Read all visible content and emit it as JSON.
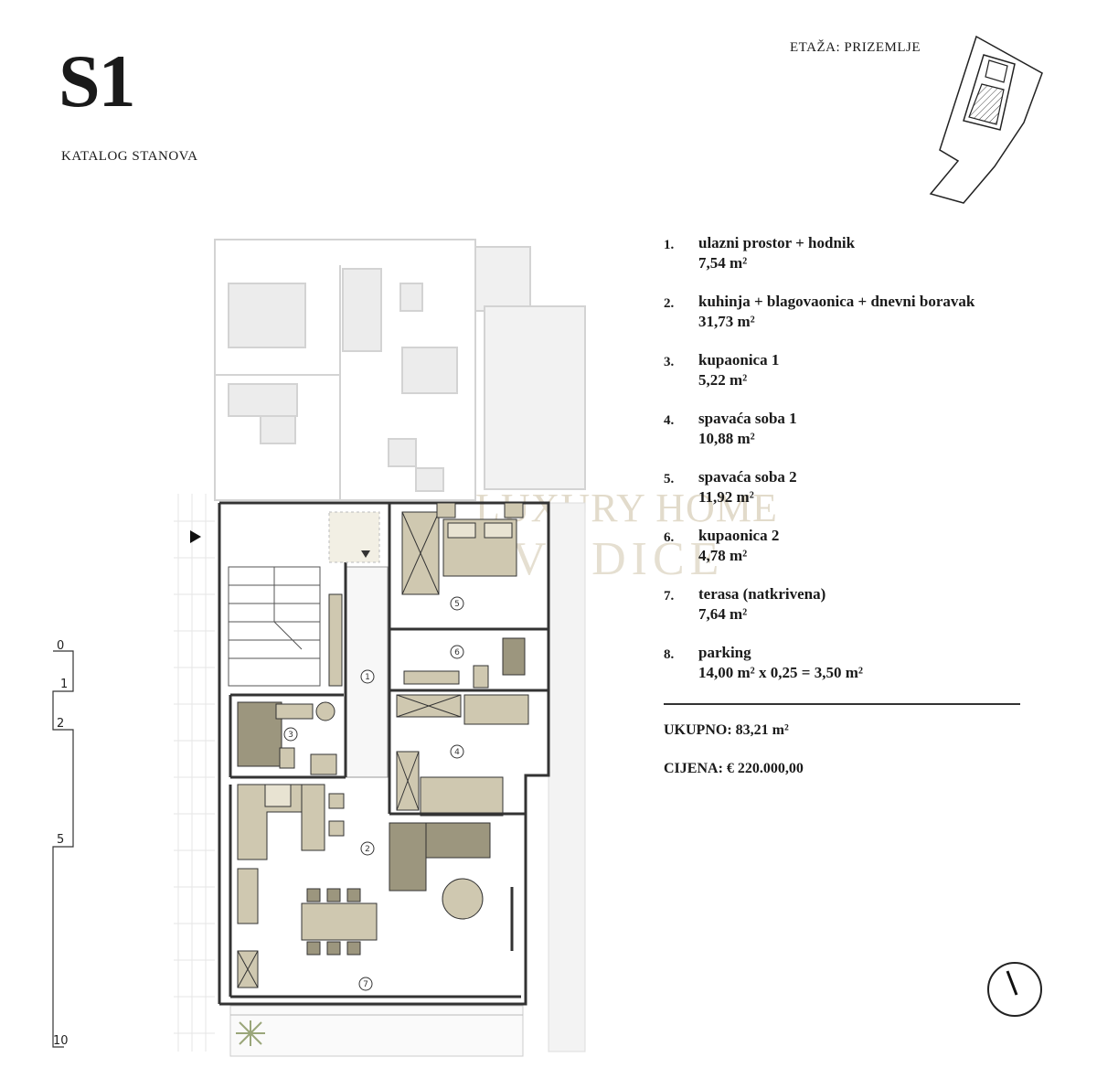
{
  "header": {
    "apartment_code": "S1",
    "catalog_label": "KATALOG STANOVA",
    "floor_label": "ETAŽA: PRIZEMLJE"
  },
  "rooms": [
    {
      "num": "1.",
      "name": "ulazni prostor + hodnik",
      "area": "7,54 m²"
    },
    {
      "num": "2.",
      "name": "kuhinja + blagovaonica + dnevni boravak",
      "area": "31,73 m²"
    },
    {
      "num": "3.",
      "name": "kupaonica 1",
      "area": "5,22 m²"
    },
    {
      "num": "4.",
      "name": "spavaća soba 1",
      "area": "10,88 m²"
    },
    {
      "num": "5.",
      "name": "spavaća soba 2",
      "area": "11,92 m²"
    },
    {
      "num": "6.",
      "name": "kupaonica 2",
      "area": "4,78 m²"
    },
    {
      "num": "7.",
      "name": "terasa (natkrivena)",
      "area": "7,64 m²"
    },
    {
      "num": "8.",
      "name": "parking",
      "area": "14,00 m² x 0,25 = 3,50 m²"
    }
  ],
  "summary": {
    "total": "UKUPNO: 83,21 m²",
    "price": "CIJENA: € 220.000,00"
  },
  "plan_labels": [
    "1",
    "2",
    "3",
    "4",
    "5",
    "6",
    "7"
  ],
  "scale_labels": [
    "0",
    "1",
    "2",
    "5",
    "10"
  ],
  "watermark": {
    "line1": "LUXURY HOME",
    "line2": "VODICE"
  },
  "colors": {
    "accent": "#cfc8b0",
    "dark_fill": "#9c967e",
    "wall": "#333333",
    "faded": "#d9d9d9"
  }
}
